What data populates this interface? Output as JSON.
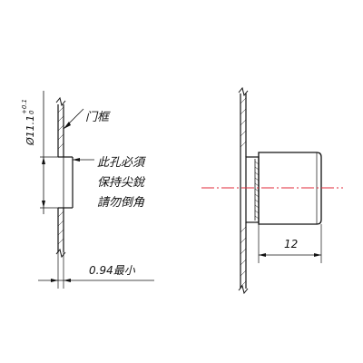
{
  "labels": {
    "dia_main": "Ø11.1",
    "dia_tol_upper": "+0.1",
    "dia_tol_lower": "0",
    "door_frame": "门框",
    "note_line1": "此孔必須",
    "note_line2": "保持尖銳",
    "note_line3": "請勿倒角",
    "thickness_value": "0.94",
    "thickness_suffix": "最小",
    "depth_dim": "12"
  },
  "colors": {
    "line": "#111111",
    "centerline": "#e0283a",
    "paper": "#ffffff"
  }
}
